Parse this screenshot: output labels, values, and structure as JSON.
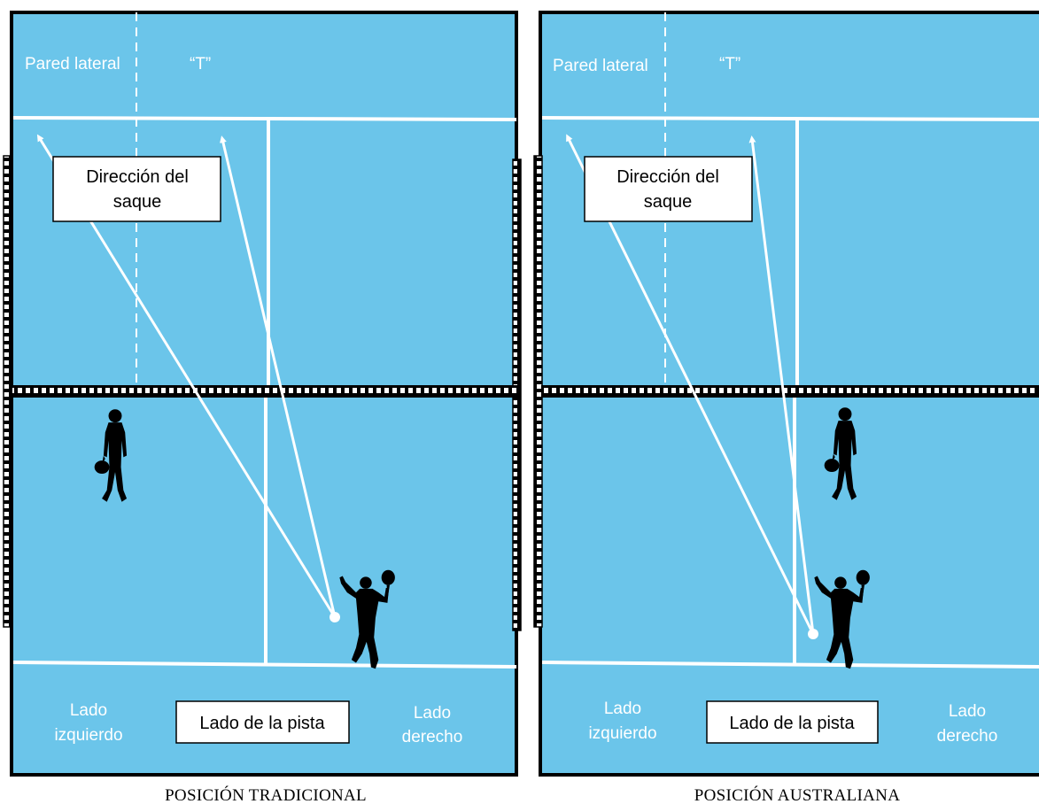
{
  "colors": {
    "court": "#6bc5ea",
    "line": "#ffffff",
    "border": "#000000"
  },
  "panels": [
    {
      "id": "traditional",
      "side_wall_label": "Pared lateral",
      "t_label": "“T”",
      "serve_direction_label": [
        "Dirección del",
        "saque"
      ],
      "left_side_label": [
        "Lado",
        "izquierdo"
      ],
      "court_side_label": "Lado de la pista",
      "right_side_label": [
        "Lado",
        "derecho"
      ],
      "caption": "POSICIÓN TRADICIONAL"
    },
    {
      "id": "australian",
      "side_wall_label": "Pared lateral",
      "t_label": "“T”",
      "serve_direction_label": [
        "Dirección del",
        "saque"
      ],
      "left_side_label": [
        "Lado",
        "izquierdo"
      ],
      "court_side_label": "Lado de la pista",
      "right_side_label": [
        "Lado",
        "derecho"
      ],
      "caption": "POSICIÓN AUSTRALIANA"
    }
  ]
}
